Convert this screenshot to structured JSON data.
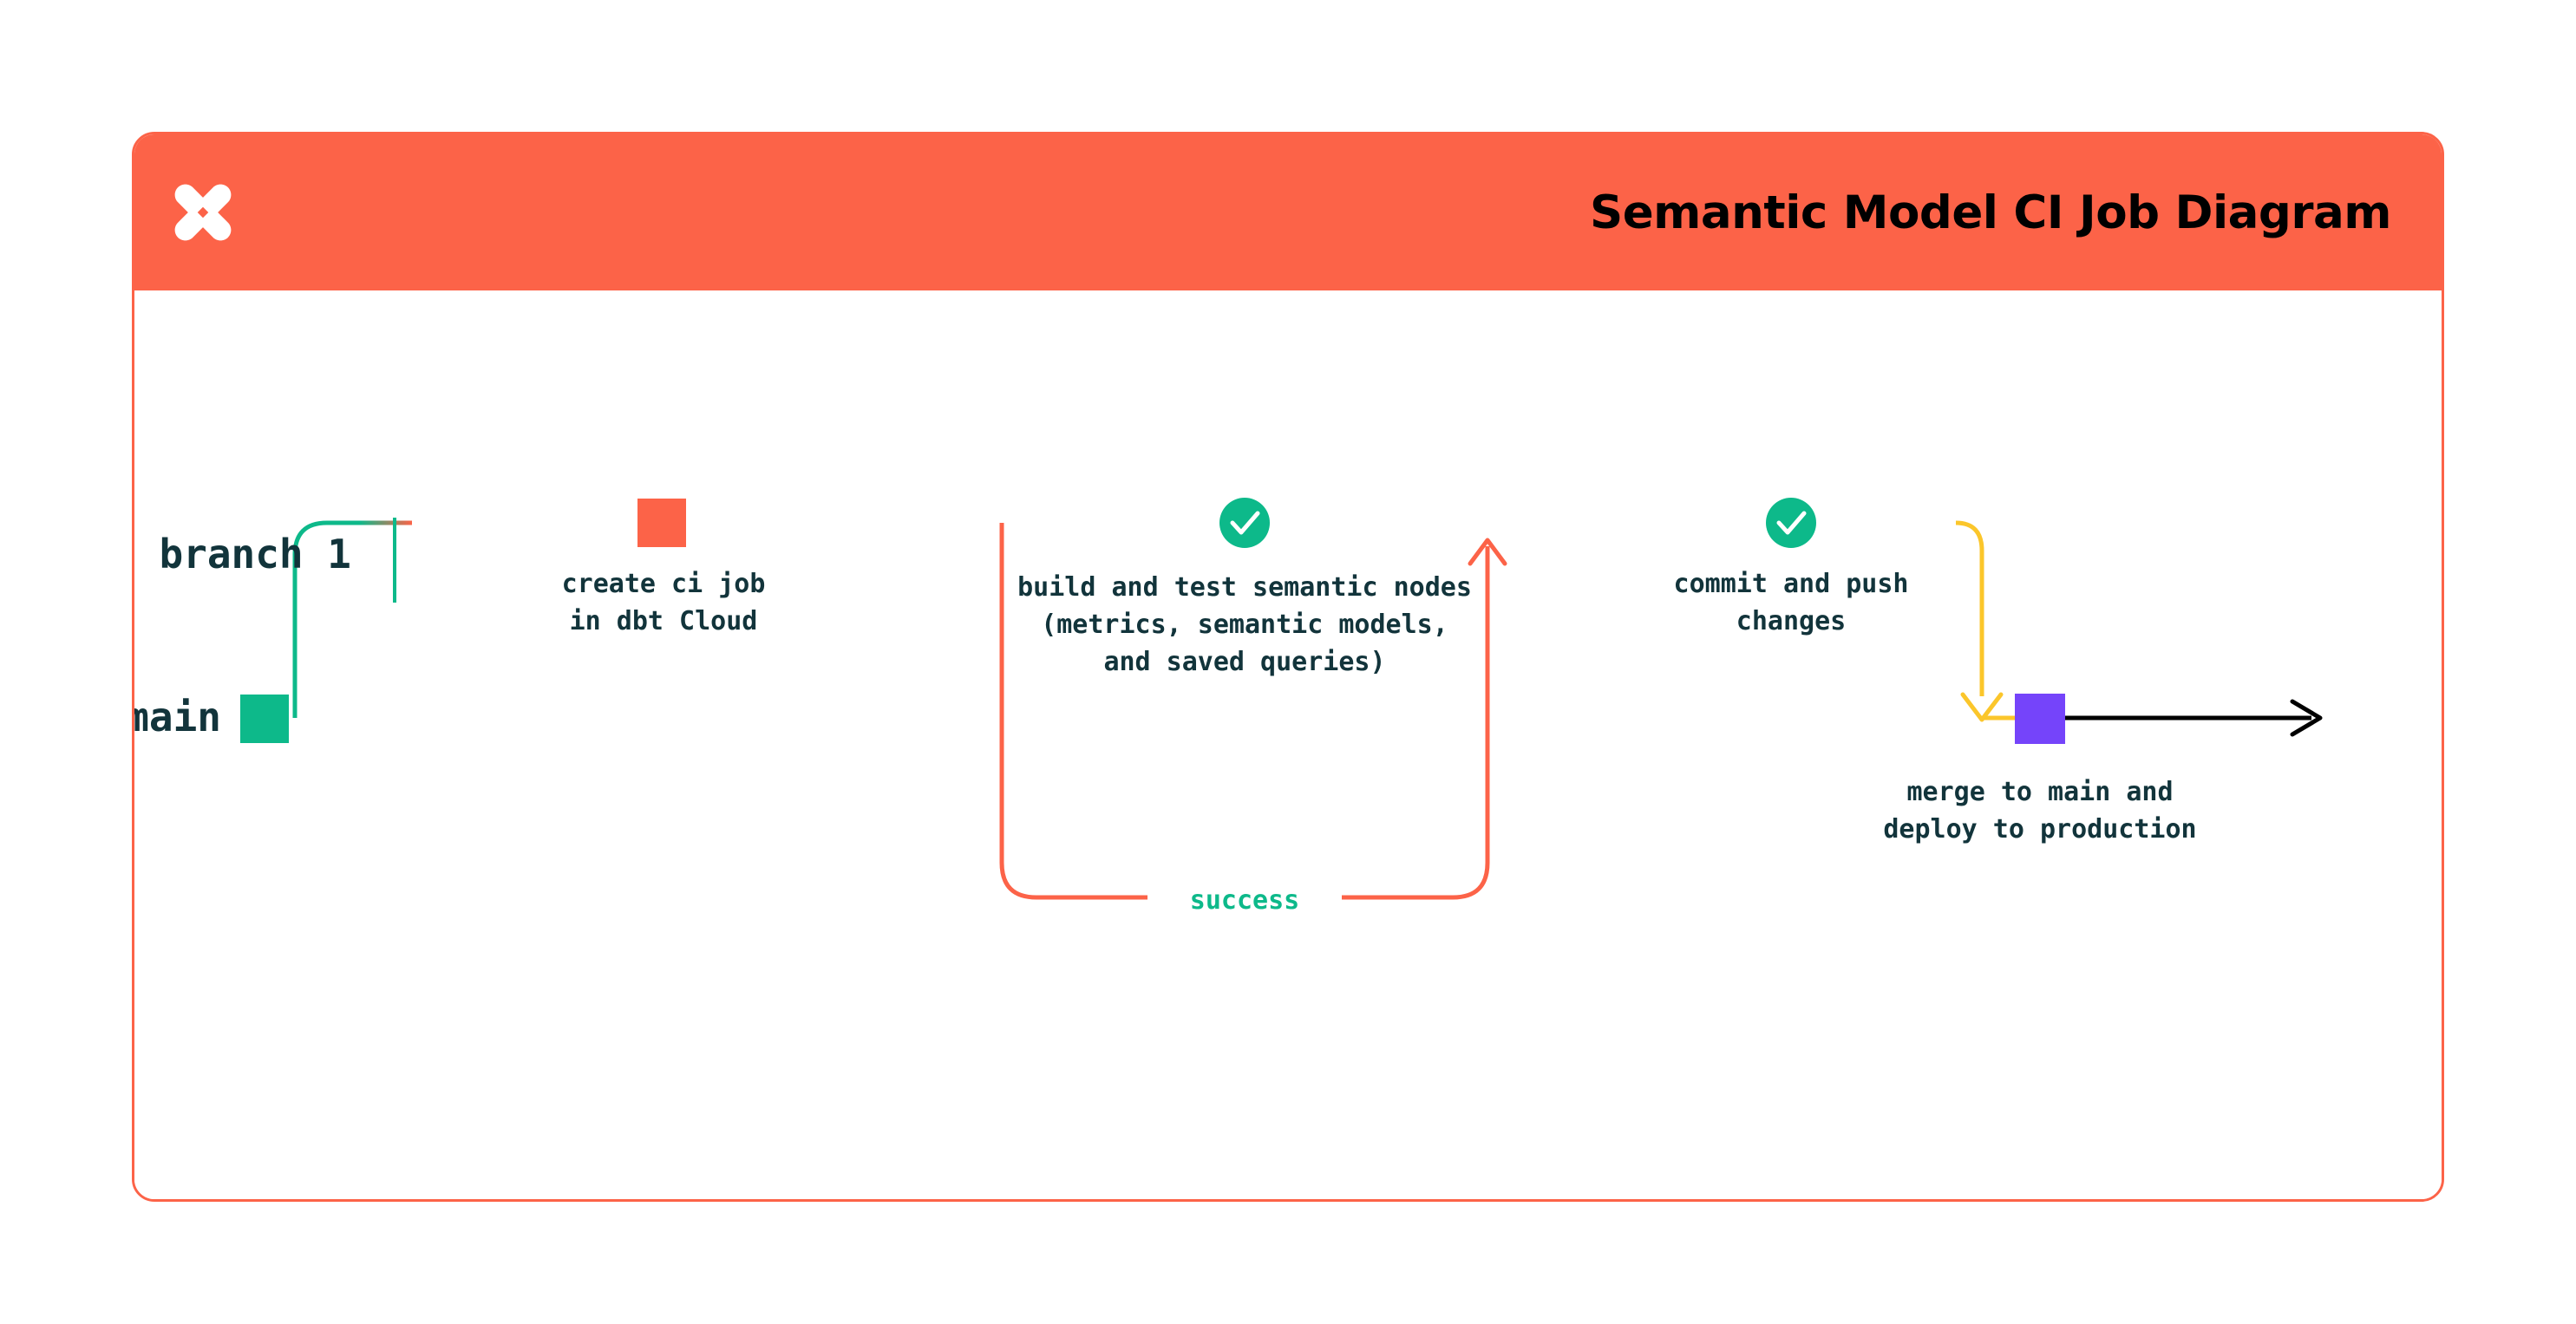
{
  "header": {
    "title": "Semantic Model CI Job Diagram",
    "logo_icon": "dbt-star-icon",
    "background_color": "#FC6348",
    "title_color": "#000000"
  },
  "card": {
    "border_color": "#FC6348",
    "background_color": "#FFFFFF"
  },
  "palette": {
    "orange": "#FC6348",
    "green": "#0DB98A",
    "yellow": "#FBC62B",
    "purple": "#7544FA",
    "navy": "#12343B",
    "black": "#000000"
  },
  "diagram": {
    "type": "git-branch-flow",
    "lanes": [
      {
        "id": "branch-1",
        "label": "branch 1",
        "color": "#FC6348"
      },
      {
        "id": "main",
        "label": "main",
        "color": "#0DB98A"
      }
    ],
    "nodes": [
      {
        "id": "create-ci-job",
        "lane": "branch-1",
        "marker": "square",
        "marker_color": "#FC6348",
        "label": "create ci job\nin dbt Cloud",
        "label_lines": [
          "create ci job",
          "in dbt Cloud"
        ]
      },
      {
        "id": "build-and-test",
        "lane": "branch-1",
        "marker": "check-circle",
        "marker_color": "#0DB98A",
        "label": "build and test semantic nodes\n(metrics, semantic models,\nand saved queries)",
        "label_lines": [
          "build and test semantic nodes",
          "(metrics, semantic models,",
          "and saved queries)"
        ]
      },
      {
        "id": "commit-and-push",
        "lane": "branch-1",
        "marker": "check-circle",
        "marker_color": "#0DB98A",
        "label": "commit and push\nchanges",
        "label_lines": [
          "commit and push",
          "changes"
        ]
      },
      {
        "id": "merge-to-main",
        "lane": "main",
        "marker": "square",
        "marker_color": "#7544FA",
        "label": "merge to main and\ndeploy to production",
        "label_lines": [
          "merge to main and",
          "deploy to production"
        ]
      },
      {
        "id": "main-start",
        "lane": "main",
        "marker": "square",
        "marker_color": "#0DB98A",
        "label": "",
        "label_lines": []
      }
    ],
    "edges": [
      {
        "id": "branch-off",
        "from": "main-start",
        "to": "create-ci-job",
        "label": "",
        "color_from": "#0DB98A",
        "color_to": "#FC6348"
      },
      {
        "id": "retry-loop",
        "from": "build-and-test",
        "to": "build-and-test",
        "label": "success",
        "label_color": "#0DB98A",
        "color": "#FC6348"
      },
      {
        "id": "merge-down",
        "from": "commit-and-push",
        "to": "merge-to-main",
        "label": "",
        "color": "#FBC62B"
      },
      {
        "id": "production",
        "from": "merge-to-main",
        "to": "",
        "label": "",
        "color": "#000000"
      }
    ]
  }
}
